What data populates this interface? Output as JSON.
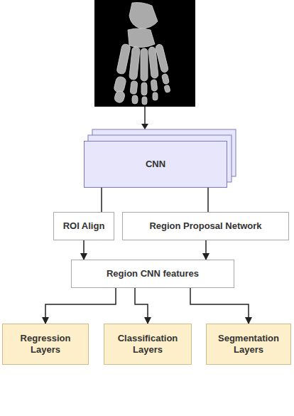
{
  "diagram": {
    "nodes": [
      {
        "text": [
          "CNN"
        ]
      },
      {
        "text": [
          "ROI Align"
        ]
      },
      {
        "text": [
          "Region Proposal Network"
        ]
      },
      {
        "text": [
          "Region CNN features"
        ]
      },
      {
        "text": [
          "Regression Layers"
        ]
      },
      {
        "text": [
          "Classification Layers"
        ]
      },
      {
        "text": [
          "Segmentation Layers"
        ]
      }
    ],
    "edges": [
      {
        "from": 0,
        "to": 1,
        "arrow": "none"
      },
      {
        "from": 0,
        "to": 2,
        "arrow": "none"
      },
      {
        "from": 1,
        "to": 3,
        "arrow": "to"
      },
      {
        "from": 2,
        "to": 3,
        "arrow": "to"
      },
      {
        "from": 3,
        "to": 4,
        "arrow": "to"
      },
      {
        "from": 3,
        "to": 5,
        "arrow": "to"
      },
      {
        "from": 3,
        "to": 6,
        "arrow": "to"
      }
    ]
  }
}
